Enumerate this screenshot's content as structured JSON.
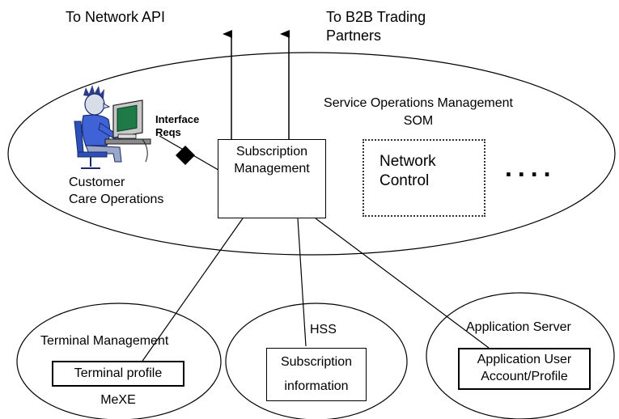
{
  "top_labels": {
    "network_api": "To Network API",
    "b2b_line1": "To B2B Trading",
    "b2b_line2": "Partners"
  },
  "som": {
    "title_line1": "Service Operations Management",
    "title_line2": "SOM"
  },
  "interface": {
    "line1": "Interface",
    "line2": "Reqs"
  },
  "customer_care": {
    "line1": "Customer",
    "line2": "Care Operations"
  },
  "subscription_management": {
    "line1": "Subscription",
    "line2": "Management"
  },
  "network_control": {
    "line1": "Network",
    "line2": "Control"
  },
  "ellipsis": "....",
  "terminal_management": {
    "title": "Terminal Management",
    "box": "Terminal profile",
    "footer": "MeXE"
  },
  "hss": {
    "title": "HSS",
    "box_line1": "Subscription",
    "box_line2": "information"
  },
  "application_server": {
    "title": "Application Server",
    "box_line1": "Application User",
    "box_line2": "Account/Profile"
  }
}
